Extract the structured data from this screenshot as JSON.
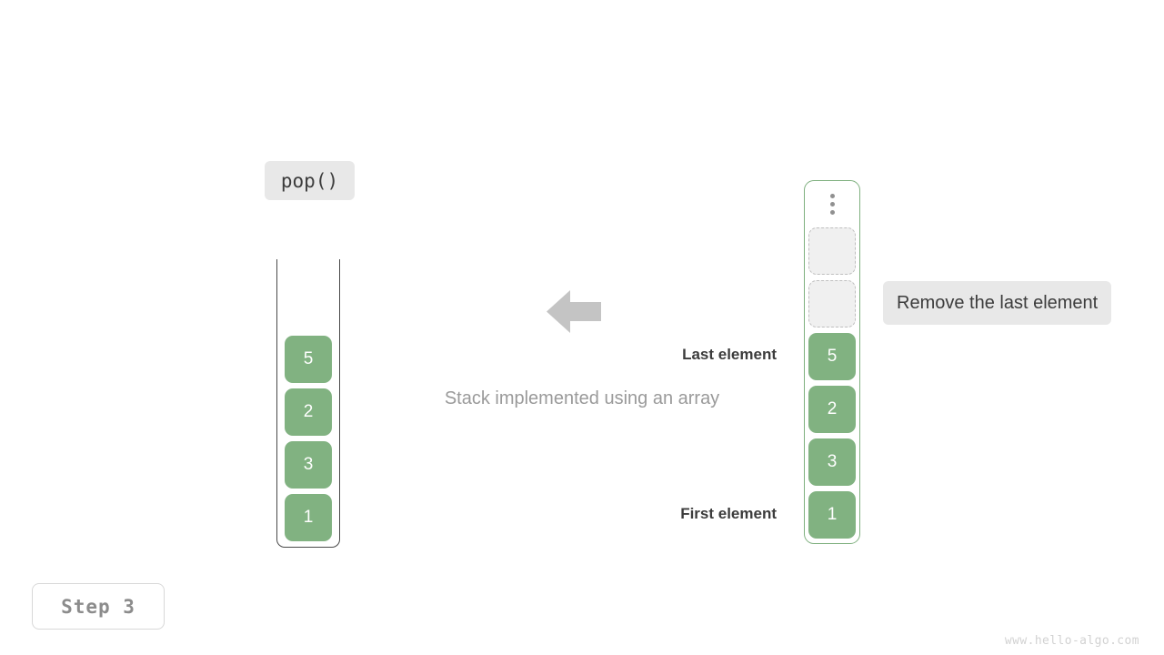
{
  "operation": {
    "label": "pop()"
  },
  "stack": {
    "title": "Stack implemented using an array",
    "cells": [
      {
        "value": "5"
      },
      {
        "value": "2"
      },
      {
        "value": "3"
      },
      {
        "value": "1"
      }
    ]
  },
  "array": {
    "ellipsis_icon": "vertical-ellipsis-icon",
    "slots": [
      {
        "value": "",
        "state": "empty"
      },
      {
        "value": "",
        "state": "empty"
      },
      {
        "value": "5",
        "state": "filled"
      },
      {
        "value": "2",
        "state": "filled"
      },
      {
        "value": "3",
        "state": "filled"
      },
      {
        "value": "1",
        "state": "filled"
      }
    ]
  },
  "annotations": {
    "last_element": "Last element",
    "first_element": "First element",
    "note": "Remove the last element",
    "arrow_icon": "arrow-left-icon"
  },
  "footer": {
    "step": "Step 3",
    "watermark": "www.hello-algo.com"
  },
  "colors": {
    "cell_green": "#81b281",
    "badge_gray": "#e8e8e8",
    "text_dark": "#3c3c3c",
    "text_muted": "#9a9a9a",
    "arrow_gray": "#c4c4c4",
    "array_border": "#7fb07f"
  }
}
